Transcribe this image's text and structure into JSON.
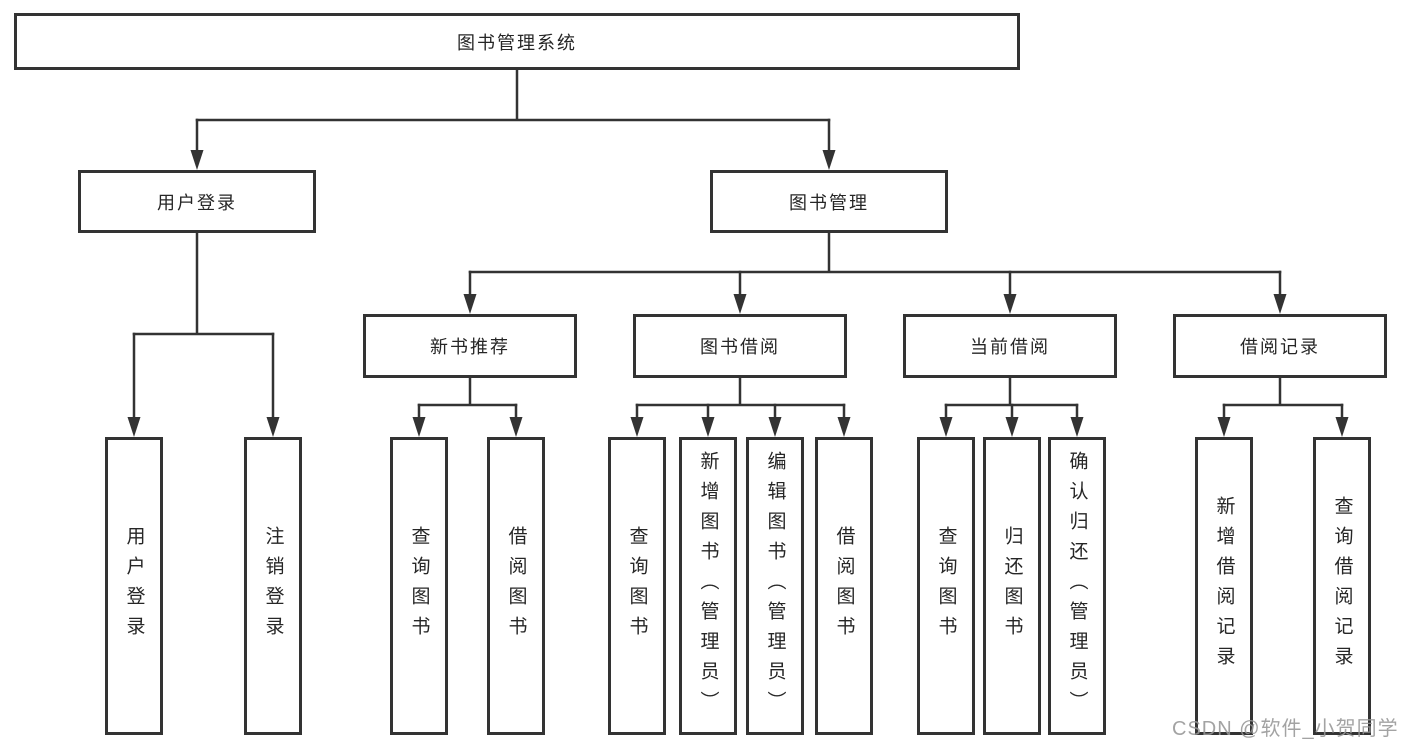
{
  "diagram": {
    "title": "图书管理系统",
    "root": "图书管理系统",
    "level2": [
      "用户登录",
      "图书管理"
    ],
    "level3": [
      "新书推荐",
      "图书借阅",
      "当前借阅",
      "借阅记录"
    ],
    "leaves": [
      "用户登录",
      "注销登录",
      "查询图书",
      "借阅图书",
      "查询图书",
      "新增图书（管理员）",
      "编辑图书（管理员）",
      "借阅图书",
      "查询图书",
      "归还图书",
      "确认归还（管理员）",
      "新增借阅记录",
      "查询借阅记录"
    ],
    "hierarchy": {
      "图书管理系统": {
        "用户登录": [
          "用户登录",
          "注销登录"
        ],
        "图书管理": {
          "新书推荐": [
            "查询图书",
            "借阅图书"
          ],
          "图书借阅": [
            "查询图书",
            "新增图书（管理员）",
            "编辑图书（管理员）",
            "借阅图书"
          ],
          "当前借阅": [
            "查询图书",
            "归还图书",
            "确认归还（管理员）"
          ],
          "借阅记录": [
            "新增借阅记录",
            "查询借阅记录"
          ]
        }
      }
    }
  },
  "watermark": {
    "text": "CSDN @软件_小贺同学"
  },
  "colors": {
    "background": "#ffffff",
    "box_border": "#333333",
    "line": "#333333",
    "text": "#262626",
    "watermark": "#969696"
  }
}
